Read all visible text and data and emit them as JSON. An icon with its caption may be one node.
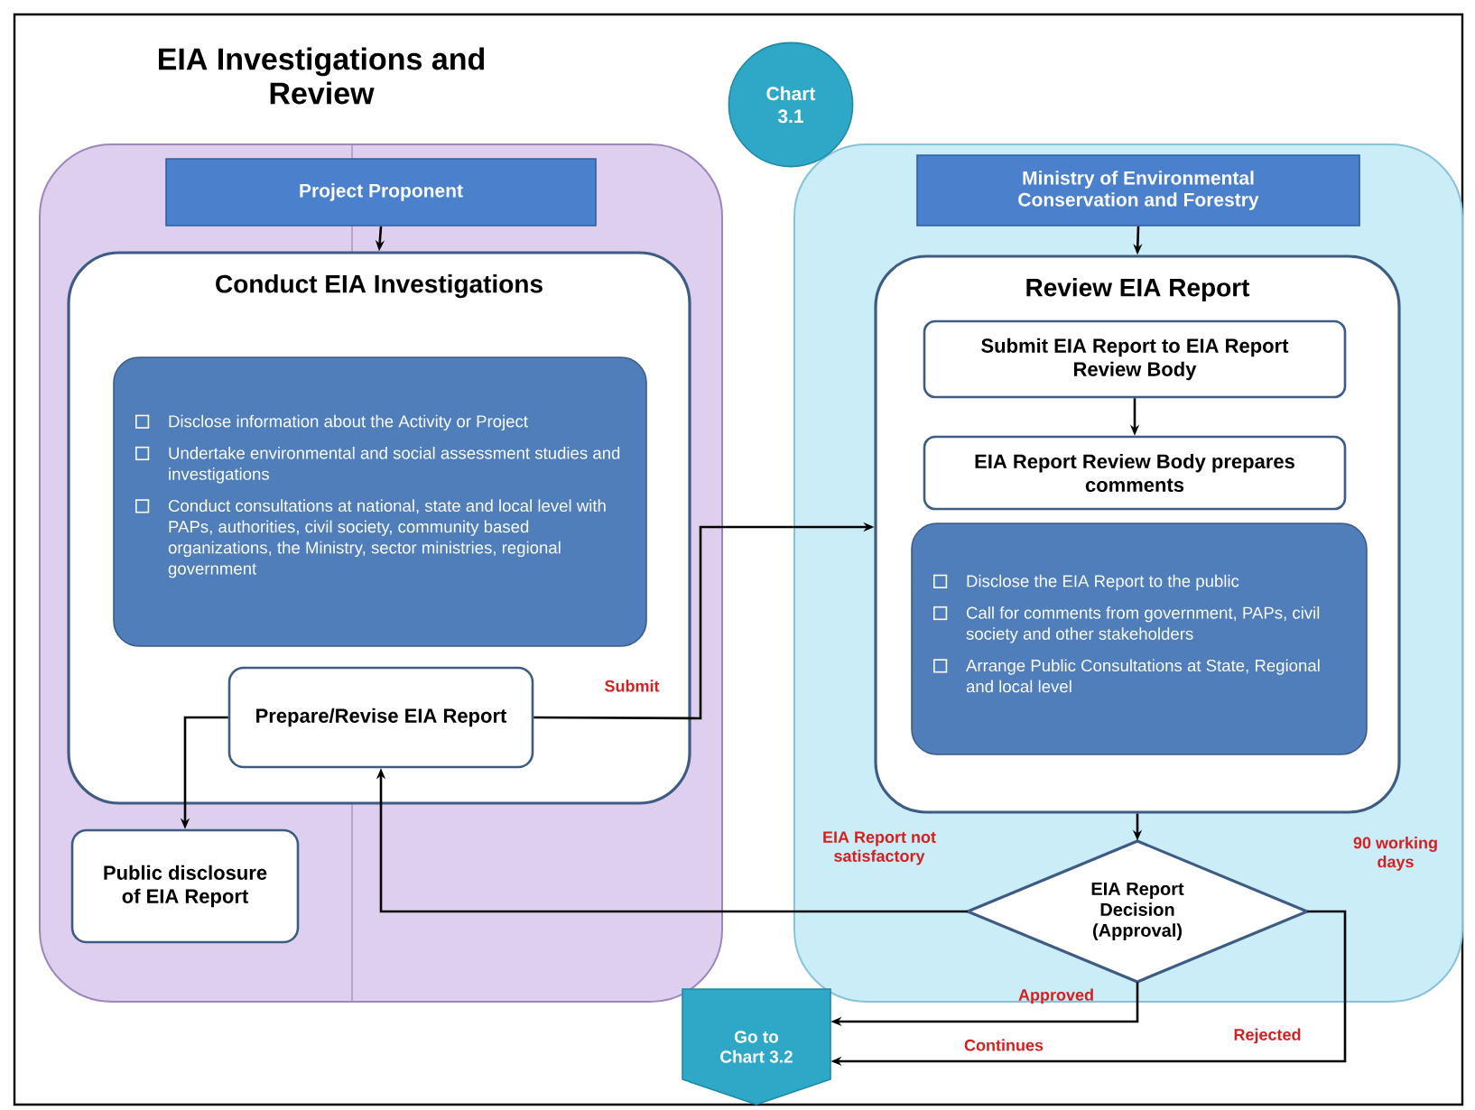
{
  "diagram": {
    "title": "EIA Investigations and Review",
    "nodes": [
      {
        "text": [],
        "shape": "box"
      },
      {
        "text": [
          "Project Proponent"
        ],
        "in": 0
      },
      {
        "text": [
          "Conduct EIA Investigations"
        ],
        "in": 0
      },
      {
        "text": [
          "Disclose information about the Activity or Project",
          "Undertake environmental and social assessment studies and investigations",
          "Conduct consultations at national, state and local level with PAPs, authorities, civil society, community based organizations, the Ministry, sector ministries, regional government"
        ],
        "in": 2
      },
      {
        "text": [
          "Prepare/Revise EIA Report"
        ],
        "in": 2
      },
      {
        "text": [
          "Public disclosure of EIA Report"
        ],
        "in": 0
      },
      {
        "text": [
          "Chart 3.1"
        ]
      },
      {
        "text": [],
        "shape": "box"
      },
      {
        "text": [
          "Ministry of Environmental Conservation and Forestry"
        ],
        "in": 7
      },
      {
        "text": [
          "Review EIA Report"
        ],
        "in": 7
      },
      {
        "text": [
          "Submit EIA Report to EIA Report Review Body"
        ],
        "in": 9
      },
      {
        "text": [
          "EIA Report Review Body prepares comments"
        ],
        "in": 9
      },
      {
        "text": [
          "Disclose the EIA Report to the public",
          "Call for comments from government, PAPs, civil society and other stakeholders",
          "Arrange Public Consultations at State, Regional and local level"
        ],
        "in": 9
      },
      {
        "text": [
          "EIA Report Decision (Approval)"
        ],
        "in": 7
      },
      {
        "text": [
          "Go to Chart 3.2"
        ]
      }
    ],
    "edges": [
      {
        "from": 1,
        "to": 2,
        "arrow": "to"
      },
      {
        "from": 8,
        "to": 9,
        "arrow": "to"
      },
      {
        "from": 10,
        "to": 11,
        "arrow": "to"
      },
      {
        "from": 4,
        "to": 9,
        "arrow": "to",
        "label": "Submit"
      },
      {
        "from": 4,
        "to": 5,
        "arrow": "to"
      },
      {
        "from": 9,
        "to": 13,
        "arrow": "to"
      },
      {
        "from": 13,
        "to": 4,
        "arrow": "to",
        "label": "EIA Report not satisfactory"
      },
      {
        "from": 13,
        "to": 14,
        "arrow": "to",
        "label": "Approved"
      },
      {
        "from": 13,
        "to": 14,
        "arrow": "to",
        "label": "Rejected"
      }
    ],
    "labels": [
      "90 working days",
      "Continues"
    ]
  }
}
